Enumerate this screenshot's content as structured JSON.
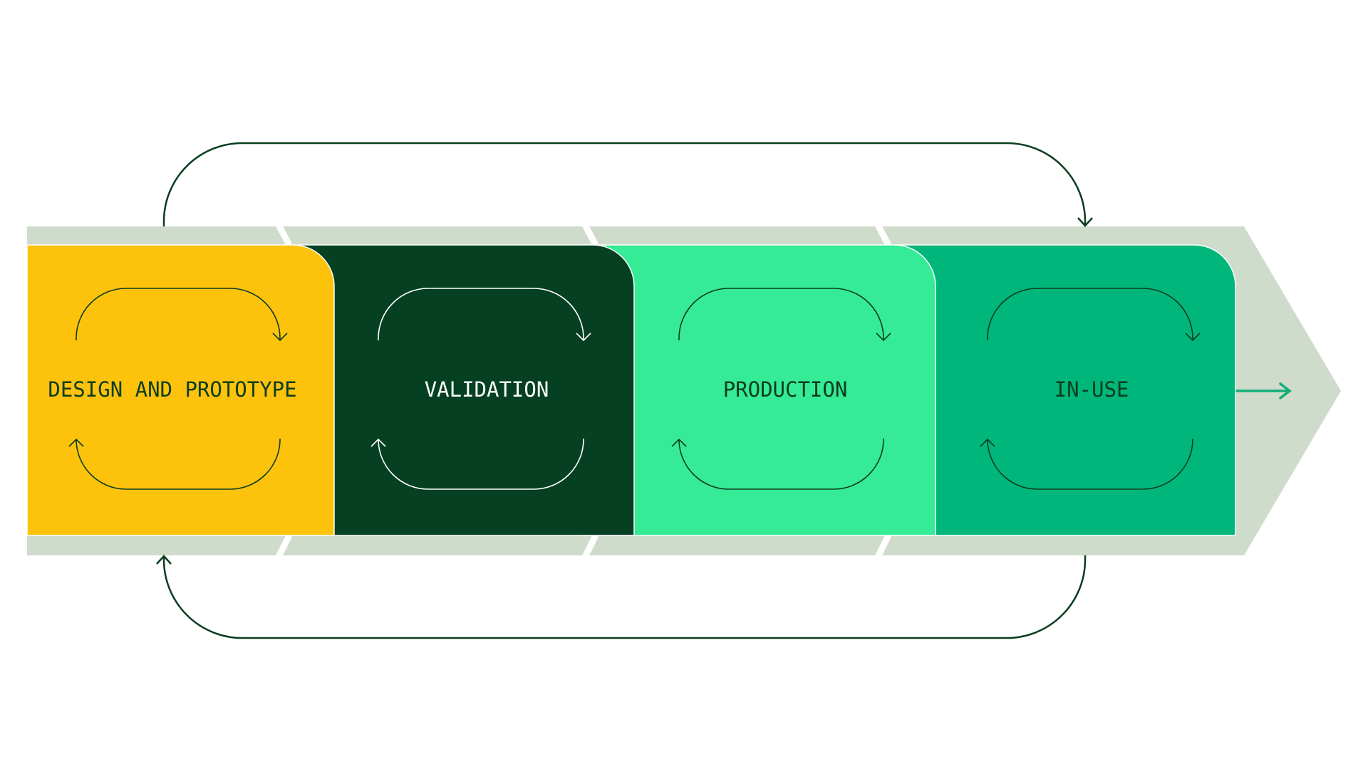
{
  "diagram": {
    "stages": [
      {
        "label": "DESIGN AND PROTOTYPE",
        "color": "#FDC20C",
        "text_color": "#0B3D1F",
        "loop_color": "#0B3D1F"
      },
      {
        "label": "VALIDATION",
        "color": "#064023",
        "text_color": "#FFFFFF",
        "loop_color": "#FFFFFF"
      },
      {
        "label": "PRODUCTION",
        "color": "#35EB96",
        "text_color": "#0B3D1F",
        "loop_color": "#0B3D1F"
      },
      {
        "label": "IN-USE",
        "color": "#00B67A",
        "text_color": "#0B3D1F",
        "loop_color": "#0B3D1F"
      }
    ],
    "band_color": "#CFDBCB",
    "feedback_color": "#0B3D1F",
    "output_arrow_color": "#14AF78"
  }
}
